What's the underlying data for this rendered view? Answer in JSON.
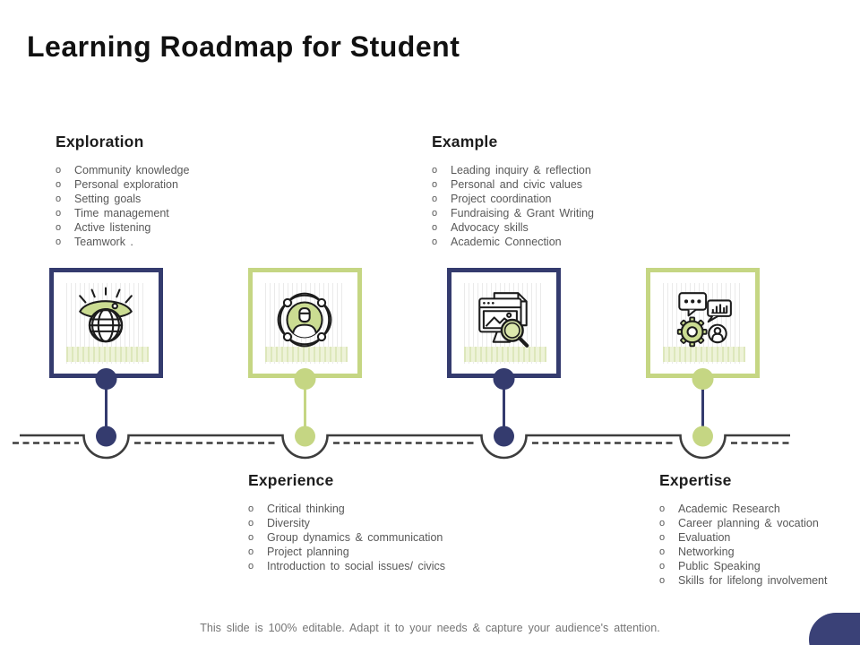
{
  "title": "Learning Roadmap for Student",
  "footer": "This slide is 100% editable. Adapt it to your needs & capture your audience's attention.",
  "bullet_char": "o",
  "colors": {
    "navy": "#343b6e",
    "green": "#c5d683",
    "icon_fill_green": "#cbdc92",
    "timeline_line": "#3d3d3d",
    "body_text": "#585858",
    "footer_text": "#757575"
  },
  "columns": [
    {
      "heading": "Exploration",
      "text_position": "top",
      "accent": "navy",
      "icon": "globe-vision-icon",
      "items": [
        "Community knowledge",
        "Personal exploration",
        "Setting goals",
        "Time management",
        "Active listening",
        "Teamwork ."
      ]
    },
    {
      "heading": "Experience",
      "text_position": "bottom",
      "accent": "green",
      "icon": "community-network-icon",
      "items": [
        "Critical thinking",
        "Diversity",
        "Group dynamics & communication",
        "Project planning",
        "Introduction to social issues/ civics"
      ]
    },
    {
      "heading": "Example",
      "text_position": "top",
      "accent": "navy",
      "icon": "search-document-icon",
      "items": [
        "Leading inquiry & reflection",
        "Personal and civic values",
        "Project coordination",
        "Fundraising & Grant Writing",
        "Advocacy skills",
        "Academic Connection"
      ]
    },
    {
      "heading": "Expertise",
      "text_position": "bottom",
      "accent": "green",
      "icon": "skills-communication-icon",
      "items": [
        "Academic Research",
        "Career planning & vocation",
        "Evaluation",
        "Networking",
        "Public Speaking",
        "Skills for lifelong involvement"
      ]
    }
  ],
  "timeline": {
    "node_accents": [
      "navy",
      "green",
      "navy",
      "green"
    ],
    "connector_colors": [
      "navy",
      "green",
      "navy",
      "navy"
    ]
  }
}
